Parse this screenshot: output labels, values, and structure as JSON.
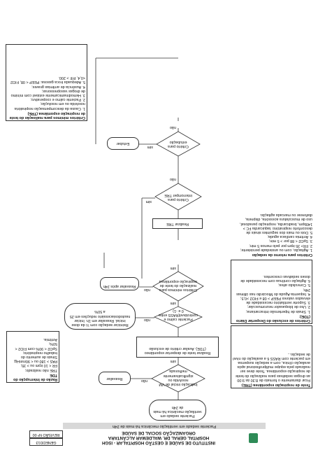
{
  "header": {
    "org_line1": "INSTITUTO DE SAÚDE E GESTÃO HOSPITALAR - ISGH",
    "org_line2": "HOSPITAL GERAL DR. WALDEMAR ALCÂNTARA",
    "org_line3": "ORGANIZAÇÃO SOCIAL DE SAÚDE",
    "code": "GENEDD13",
    "revision": "REVISÃO Nº 00",
    "title_bar": "Paciente sedado em ventilação mecânica há mais de 24h"
  },
  "left_column": {
    "tes_title": "Teste de respiração espontânea (TRE):",
    "tes_body": "Ficar diariamente o formato de 8:30 às 9:00 as drogas sedativas para realização do teste de respiração espontânea. Teste deve ser realizado pela equipe multiprofissional após avaliação clínica, com a sedação suspensa em paciente com RASS 6 a avaliação do nível de sedação...",
    "exclusion_title": "Critérios de exclusão do Despertar Diário (TDE):",
    "exclusion_body": "1. Sinais de hipertensão intracraniana;\n2. Uso de bloqueador neuromuscular;\n3. Suporte ventilatório necessidade de elevados valores PEEP > 08 e FIO2 >0,5;\n4. Isquemia Aguda do Miocárdio nas últimas 24h;\n5. Convulsão ativa;\n6. Agitação contínua com necessidade de doses sedativas crescentes.",
    "return_title": "Critérios para retorno da sedação",
    "return_body": "1. Agitação, com ou ansiedade persistente;\n2. FR> 35 irpm por pelo menos 5 min;\n3. SpO2 < 88 por > 5 min;\n4. Arritmia cardíaca aguda;\n5. Dois ou mais dos seguintes sinais de desconforto respiratório: taquicardia FC > 140bpm, bradicardia, respiração paradoxal, uso de musculatura acessória, dispneia, diaforese ou marcada agitação."
  },
  "right_column": {
    "criteria_title": "Critérios mínimos para realização do teste de respiração espontânea (TRE)",
    "criteria_body": "1. Causa da descompensação respiratória resolvida ou em resolução;\n2. Paciente calmo e cooperativo;\n3. Hemodinamicamente estável com mínimo de drogas vasopressoras;\n4. Ausência de arritmias graves;\n5. Adequada troca gasosa: PEEP < 08, FIO2 <0,4, P/F > 200.",
    "reasons_title": "Razão de Interrupção do TDE",
    "reasons_body": "TRE não realizado;\nFR < 10 irpm ou > 35;\nPAS > 180 ou < 90mmHg;\nSinais de aumento do trabalho respiratório;\nSpO2 < 90% com FIO2 < 50%;\nArritmia."
  },
  "flow": {
    "start": "Paciente sedado em ventilação mecânica há mais de 24h",
    "d1": "Indicação inicial de VM resolvida ou significativamente melhorada",
    "reevaluate": "Reavaliar",
    "action1": "Realizar teste de despertar espontâneo (TDE). Avaliar critério de exclusão",
    "d2": "Paciente calmo e controlável(RASS entre 0 e -1)",
    "restart": "Reiniciar sedação com ½ da dose inicial. Reavaliar em 1h. Iniciar nautodosiacessário reduções em 25 a 50%",
    "d3": "Critérios mínimos para realização do teste de respiração espontânea",
    "reeval24": "Reavaliar após 24h",
    "action_tre": "Realizar TRE",
    "d4": "Critério para interromper TRE",
    "d5": "Critério para extubação",
    "extubate": "Extubar",
    "yes": "sim",
    "no": "não"
  }
}
